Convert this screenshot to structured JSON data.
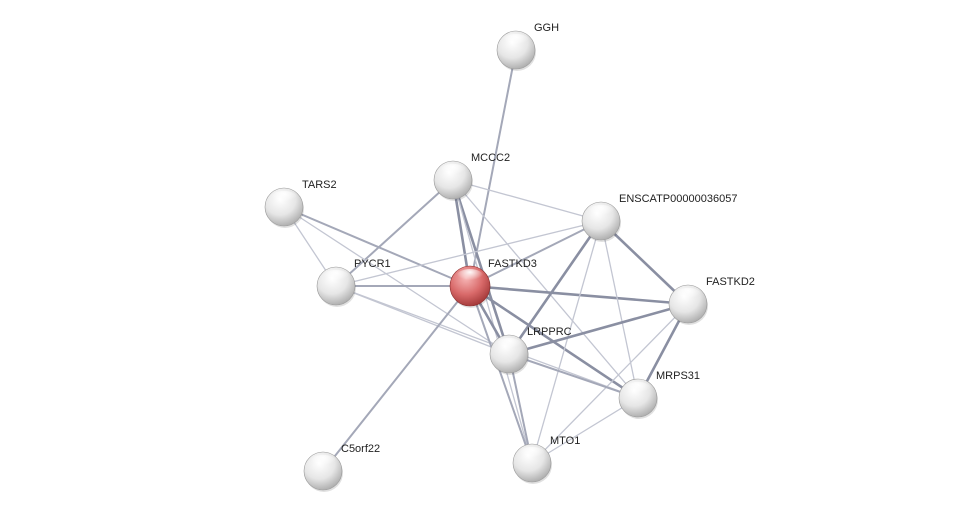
{
  "network": {
    "nodes": [
      {
        "id": "GGH",
        "label": "GGH",
        "color": "white"
      },
      {
        "id": "MCCC2",
        "label": "MCCC2",
        "color": "white"
      },
      {
        "id": "TARS2",
        "label": "TARS2",
        "color": "white"
      },
      {
        "id": "ENSCATP",
        "label": "ENSCATP00000036057",
        "color": "white"
      },
      {
        "id": "PYCR1",
        "label": "PYCR1",
        "color": "white"
      },
      {
        "id": "FASTKD3",
        "label": "FASTKD3",
        "color": "red"
      },
      {
        "id": "FASTKD2",
        "label": "FASTKD2",
        "color": "white"
      },
      {
        "id": "LRPPRC",
        "label": "LRPPRC",
        "color": "white"
      },
      {
        "id": "MRPS31",
        "label": "MRPS31",
        "color": "white"
      },
      {
        "id": "MTO1",
        "label": "MTO1",
        "color": "white"
      },
      {
        "id": "C5orf22",
        "label": "C5orf22",
        "color": "white"
      }
    ],
    "edges": [
      {
        "source": "GGH",
        "target": "FASTKD3",
        "weight": "medium"
      },
      {
        "source": "MCCC2",
        "target": "FASTKD3",
        "weight": "strong"
      },
      {
        "source": "MCCC2",
        "target": "PYCR1",
        "weight": "medium"
      },
      {
        "source": "MCCC2",
        "target": "ENSCATP",
        "weight": "light"
      },
      {
        "source": "MCCC2",
        "target": "LRPPRC",
        "weight": "strong"
      },
      {
        "source": "MCCC2",
        "target": "MTO1",
        "weight": "light"
      },
      {
        "source": "MCCC2",
        "target": "MRPS31",
        "weight": "light"
      },
      {
        "source": "TARS2",
        "target": "PYCR1",
        "weight": "light"
      },
      {
        "source": "TARS2",
        "target": "FASTKD3",
        "weight": "medium"
      },
      {
        "source": "TARS2",
        "target": "LRPPRC",
        "weight": "light"
      },
      {
        "source": "PYCR1",
        "target": "FASTKD3",
        "weight": "medium"
      },
      {
        "source": "PYCR1",
        "target": "ENSCATP",
        "weight": "light"
      },
      {
        "source": "PYCR1",
        "target": "LRPPRC",
        "weight": "light"
      },
      {
        "source": "PYCR1",
        "target": "MRPS31",
        "weight": "light"
      },
      {
        "source": "FASTKD3",
        "target": "ENSCATP",
        "weight": "medium"
      },
      {
        "source": "FASTKD3",
        "target": "FASTKD2",
        "weight": "strong"
      },
      {
        "source": "FASTKD3",
        "target": "LRPPRC",
        "weight": "strong"
      },
      {
        "source": "FASTKD3",
        "target": "MRPS31",
        "weight": "strong"
      },
      {
        "source": "FASTKD3",
        "target": "MTO1",
        "weight": "medium"
      },
      {
        "source": "FASTKD3",
        "target": "C5orf22",
        "weight": "medium"
      },
      {
        "source": "ENSCATP",
        "target": "FASTKD2",
        "weight": "strong"
      },
      {
        "source": "ENSCATP",
        "target": "LRPPRC",
        "weight": "strong"
      },
      {
        "source": "ENSCATP",
        "target": "MRPS31",
        "weight": "light"
      },
      {
        "source": "ENSCATP",
        "target": "MTO1",
        "weight": "light"
      },
      {
        "source": "FASTKD2",
        "target": "LRPPRC",
        "weight": "strong"
      },
      {
        "source": "FASTKD2",
        "target": "MRPS31",
        "weight": "strong"
      },
      {
        "source": "FASTKD2",
        "target": "MTO1",
        "weight": "light"
      },
      {
        "source": "LRPPRC",
        "target": "MRPS31",
        "weight": "medium"
      },
      {
        "source": "LRPPRC",
        "target": "MTO1",
        "weight": "medium"
      },
      {
        "source": "MRPS31",
        "target": "MTO1",
        "weight": "light"
      }
    ]
  }
}
